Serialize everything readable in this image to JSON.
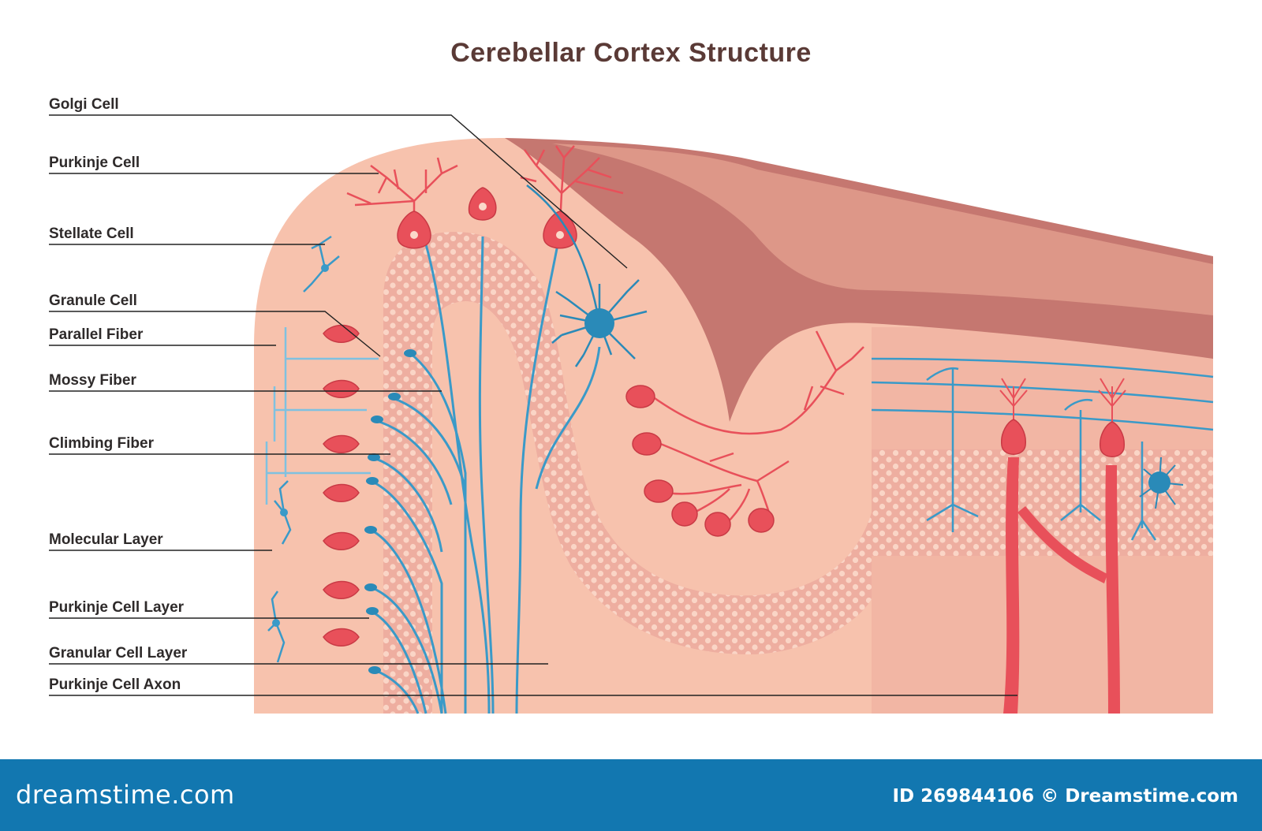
{
  "title": "Cerebellar Cortex Structure",
  "labels": {
    "golgi_cell": "Golgi Cell",
    "purkinje_cell": "Purkinje Cell",
    "stellate_cell": "Stellate Cell",
    "granule_cell": "Granule Cell",
    "parallel_fiber": "Parallel Fiber",
    "mossy_fiber": "Mossy Fiber",
    "climbing_fiber": "Climbing Fiber",
    "molecular_layer": "Molecular Layer",
    "purkinje_cell_layer": "Purkinje Cell Layer",
    "granular_cell_layer": "Granular Cell Layer",
    "purkinje_cell_axon": "Purkinje Cell Axon"
  },
  "footer": {
    "brand": "dreamstime.com",
    "id_text": "ID 269844106 © Dreamstime.com"
  },
  "colors": {
    "tissue": "#f7c2ad",
    "granular": "#eeaea0",
    "surface_dark": "#c57770",
    "surface_mid": "#dd9788",
    "purkinje": "#e8505a",
    "blue_cell": "#2a8ab8",
    "blue_fiber": "#3a9ac8",
    "footer_bg": "#1277b0"
  }
}
